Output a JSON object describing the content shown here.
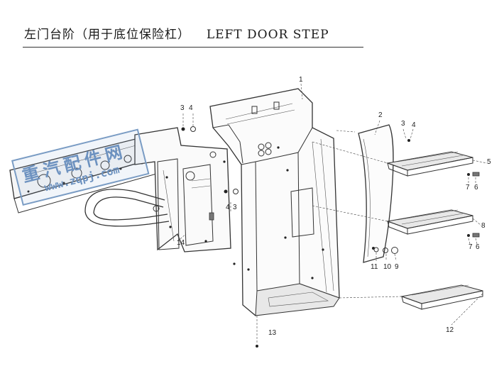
{
  "title": {
    "cn": "左门台阶（用于底位保险杠）",
    "en": "LEFT DOOR STEP"
  },
  "watermark": {
    "cn": "重汽配件网",
    "url": "www.zqpj.com"
  },
  "callouts": [
    {
      "id": "c1",
      "label": "1"
    },
    {
      "id": "c2",
      "label": "2"
    },
    {
      "id": "c3a",
      "label": "3"
    },
    {
      "id": "c4a",
      "label": "4"
    },
    {
      "id": "c3b",
      "label": "3"
    },
    {
      "id": "c4b",
      "label": "4"
    },
    {
      "id": "c3c",
      "label": "3"
    },
    {
      "id": "c4c",
      "label": "4"
    },
    {
      "id": "c5",
      "label": "5"
    },
    {
      "id": "c7a",
      "label": "7"
    },
    {
      "id": "c6a",
      "label": "6"
    },
    {
      "id": "c8",
      "label": "8"
    },
    {
      "id": "c7b",
      "label": "7"
    },
    {
      "id": "c6b",
      "label": "6"
    },
    {
      "id": "c11",
      "label": "11"
    },
    {
      "id": "c10",
      "label": "10"
    },
    {
      "id": "c9",
      "label": "9"
    },
    {
      "id": "c12",
      "label": "12"
    },
    {
      "id": "c13",
      "label": "13"
    },
    {
      "id": "c14",
      "label": "14"
    }
  ],
  "colors": {
    "ink": "#333333",
    "watermark": "#6d92c0"
  }
}
